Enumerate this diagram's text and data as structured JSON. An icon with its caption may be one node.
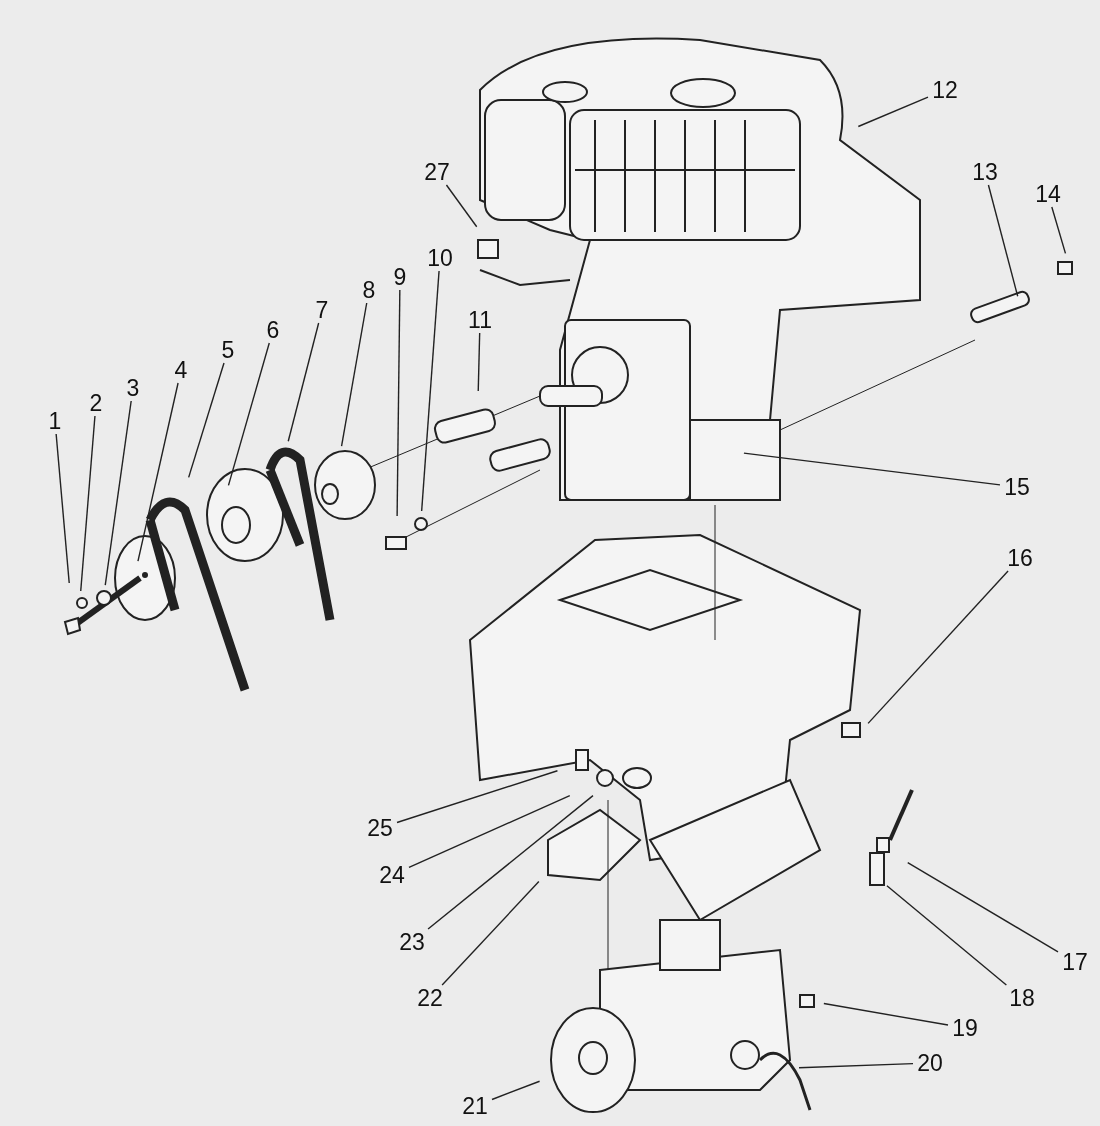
{
  "diagram": {
    "nodes": [
      {
        "text": [
          "1"
        ]
      },
      {
        "text": [
          "2"
        ]
      },
      {
        "text": [
          "3"
        ]
      },
      {
        "text": [
          "4"
        ]
      },
      {
        "text": [
          "5"
        ]
      },
      {
        "text": [
          "6"
        ]
      },
      {
        "text": [
          "7"
        ]
      },
      {
        "text": [
          "8"
        ]
      },
      {
        "text": [
          "9"
        ]
      },
      {
        "text": [
          "10"
        ]
      },
      {
        "text": [
          "11"
        ]
      },
      {
        "text": [
          "12"
        ]
      },
      {
        "text": [
          "13"
        ]
      },
      {
        "text": [
          "14"
        ]
      },
      {
        "text": [
          "15"
        ]
      },
      {
        "text": [
          "16"
        ]
      },
      {
        "text": [
          "17"
        ]
      },
      {
        "text": [
          "18"
        ]
      },
      {
        "text": [
          "19"
        ]
      },
      {
        "text": [
          "20"
        ]
      },
      {
        "text": [
          "21"
        ]
      },
      {
        "text": [
          "22"
        ]
      },
      {
        "text": [
          "23"
        ]
      },
      {
        "text": [
          "24"
        ]
      },
      {
        "text": [
          "25"
        ]
      },
      {
        "text": [
          "27"
        ]
      }
    ],
    "edges": [
      {
        "from": 0,
        "to": null,
        "arrow": "none"
      },
      {
        "from": 1,
        "to": null,
        "arrow": "none"
      },
      {
        "from": 2,
        "to": null,
        "arrow": "none"
      },
      {
        "from": 3,
        "to": null,
        "arrow": "none"
      },
      {
        "from": 4,
        "to": null,
        "arrow": "none"
      },
      {
        "from": 5,
        "to": null,
        "arrow": "none"
      },
      {
        "from": 6,
        "to": null,
        "arrow": "none"
      },
      {
        "from": 7,
        "to": null,
        "arrow": "none"
      },
      {
        "from": 8,
        "to": null,
        "arrow": "none"
      },
      {
        "from": 9,
        "to": null,
        "arrow": "none"
      },
      {
        "from": 10,
        "to": null,
        "arrow": "none"
      },
      {
        "from": 11,
        "to": null,
        "arrow": "none"
      },
      {
        "from": 12,
        "to": null,
        "arrow": "none"
      },
      {
        "from": 13,
        "to": null,
        "arrow": "none"
      },
      {
        "from": 14,
        "to": null,
        "arrow": "none"
      },
      {
        "from": 15,
        "to": null,
        "arrow": "none"
      },
      {
        "from": 16,
        "to": null,
        "arrow": "none"
      },
      {
        "from": 17,
        "to": null,
        "arrow": "none"
      },
      {
        "from": 18,
        "to": null,
        "arrow": "none"
      },
      {
        "from": 19,
        "to": null,
        "arrow": "none"
      },
      {
        "from": 20,
        "to": null,
        "arrow": "none"
      },
      {
        "from": 21,
        "to": null,
        "arrow": "none"
      },
      {
        "from": 22,
        "to": null,
        "arrow": "none"
      },
      {
        "from": 23,
        "to": null,
        "arrow": "none"
      },
      {
        "from": 24,
        "to": null,
        "arrow": "none"
      },
      {
        "from": 25,
        "to": null,
        "arrow": "none"
      }
    ]
  }
}
